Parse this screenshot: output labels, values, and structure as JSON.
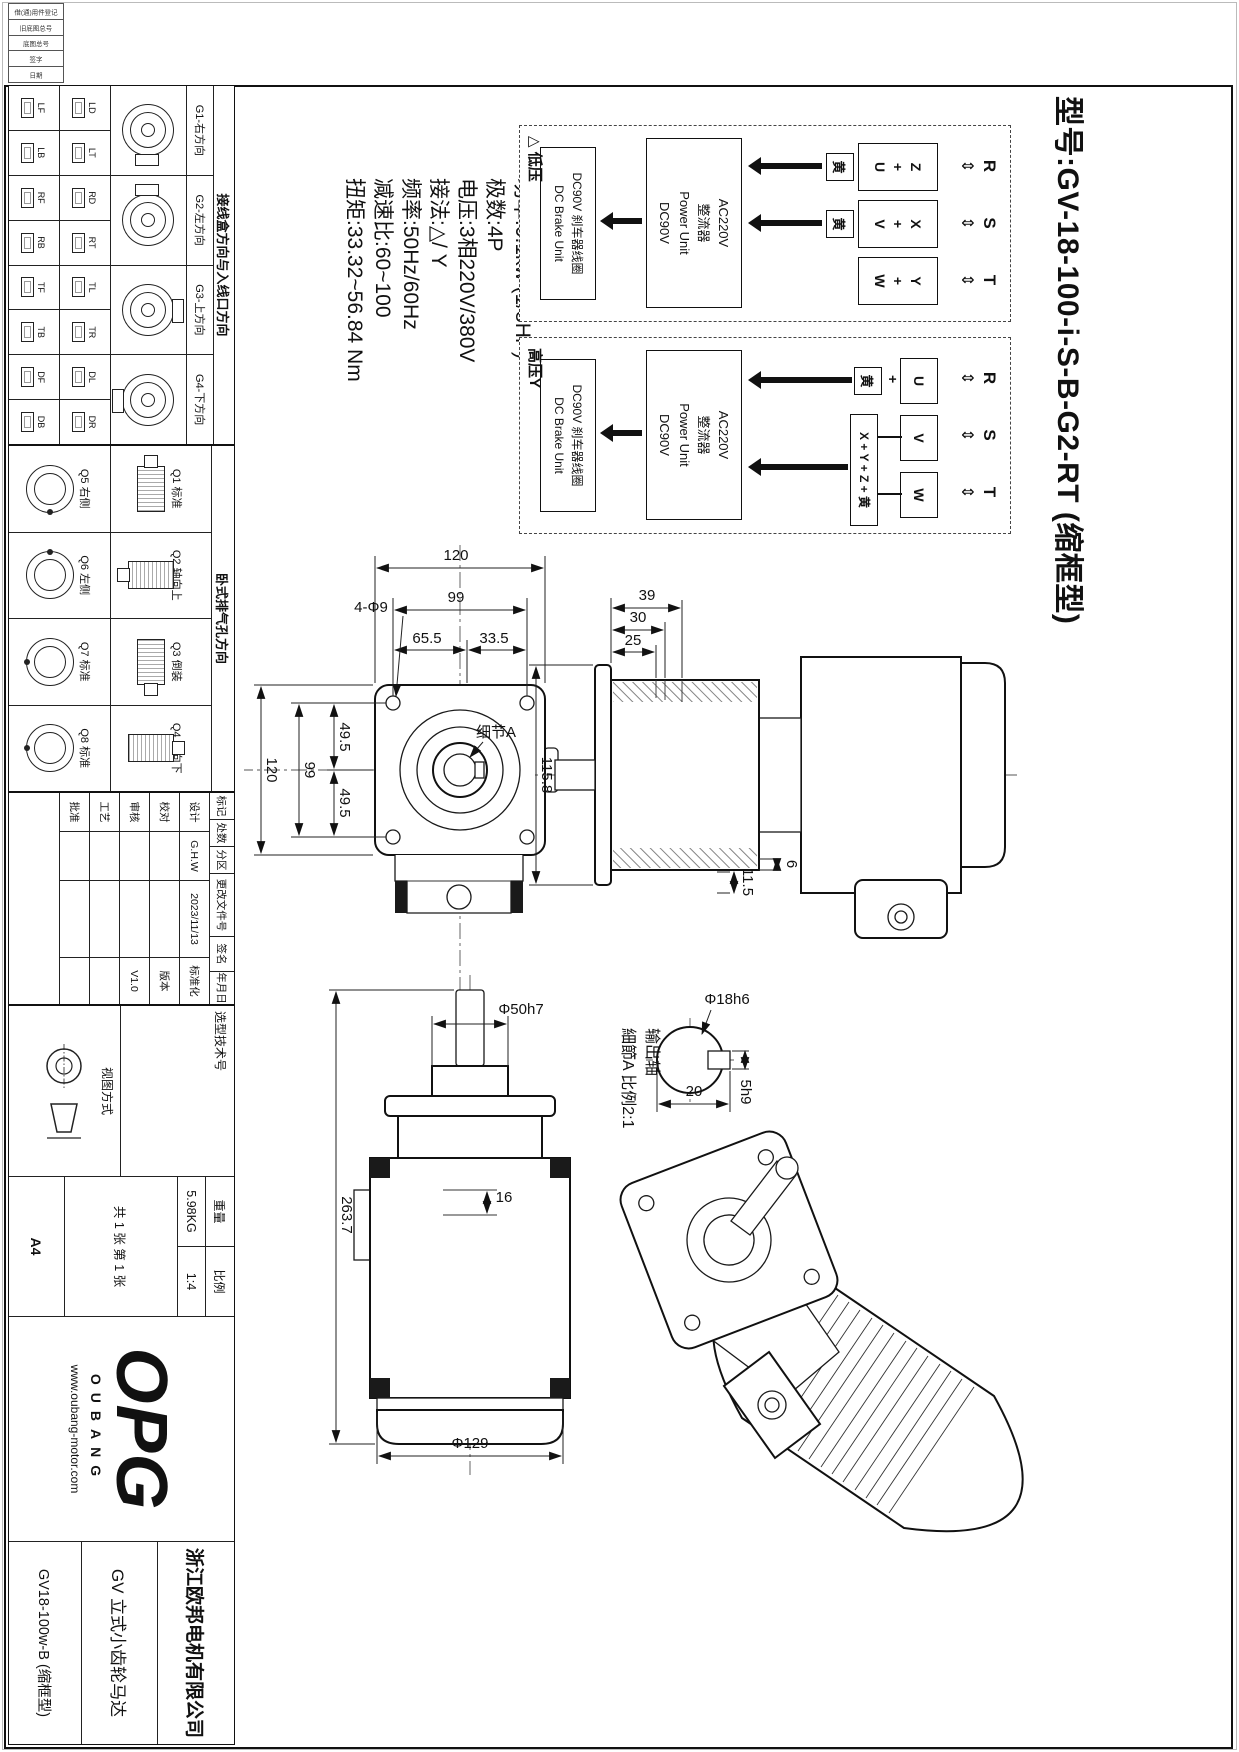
{
  "title": "型号:GV-18-100-i-S-B-G2-RT (缩框型)",
  "specs": [
    "功率:0.1kw (1/8HP)",
    "极数:4P",
    "电压:3相220V/380V",
    "接法:△/ Y",
    "频率:50Hz/60Hz",
    "减速比:60~100",
    "扭矩:33.32~56.84 Nm"
  ],
  "wiring": {
    "arrow": "⇕",
    "plus": "+",
    "yellow": "黄",
    "pu": "AC220V\n整流器\nPower Unit\nDC90V",
    "brake": "DC90V 刹车器线圈\nDC Brake Unit",
    "low": {
      "phases": [
        "R",
        "S",
        "T"
      ],
      "t": [
        "Z\n+\nU",
        "X\n+\nV",
        "Y\n+\nW"
      ],
      "label": "△ 低压"
    },
    "high": {
      "phases": [
        "R",
        "S",
        "T"
      ],
      "t": [
        "U",
        "V",
        "W"
      ],
      "star": "X + Y + Z + 黄",
      "label": "高压Y"
    }
  },
  "dims": {
    "d120L": "120",
    "d99L": "99",
    "d335": "33.5",
    "d655": "65.5",
    "d4f9": "4-Φ9",
    "d495a": "49.5",
    "d495b": "49.5",
    "d99B": "99",
    "d120B": "120",
    "detailA": "细节A",
    "d39": "39",
    "d30": "30",
    "d25": "25",
    "d1158": "115.8",
    "d6": "6",
    "d115": "11.5",
    "d50": "Φ50h7",
    "d16": "16",
    "d2637": "263.7",
    "d129": "Φ129",
    "d18": "Φ18h6",
    "d5h9": "5h9",
    "d20": "20",
    "out_shaft": "输出轴",
    "detail_title": "細節A 比例2:1"
  },
  "orient_table": {
    "header1": "接线盒方向与入线口方向",
    "g_items": [
      {
        "label": "G1-右方向",
        "subs": [
          "LD",
          "LT",
          "LF",
          "LB"
        ]
      },
      {
        "label": "G2-左方向",
        "subs": [
          "RD",
          "RT",
          "RF",
          "RB"
        ]
      },
      {
        "label": "G3-上方向",
        "subs": [
          "TL",
          "TR",
          "TF",
          "TB"
        ]
      },
      {
        "label": "G4-下方向",
        "subs": [
          "DL",
          "DR",
          "DF",
          "DB"
        ]
      }
    ],
    "header2": "卧式排气孔方向",
    "q_top": [
      {
        "label": "Q1 标准"
      },
      {
        "label": "Q2 轴向上"
      },
      {
        "label": "Q3 倒装"
      },
      {
        "label": "Q4 轴向下"
      }
    ],
    "q_bottom": [
      {
        "label": "Q5 右侧"
      },
      {
        "label": "Q6 左侧"
      },
      {
        "label": "Q7 标准"
      },
      {
        "label": "Q8 标准"
      }
    ]
  },
  "revision": {
    "headers": [
      "标记",
      "处数",
      "分区",
      "更改文件号",
      "签名",
      "年月日"
    ],
    "rows": [
      {
        "role": "设计",
        "name": "G.H.W",
        "date": "2023/11/13",
        "extra": "标准化"
      },
      {
        "role": "校对",
        "name": "",
        "date": "",
        "extra": "版本"
      },
      {
        "role": "审核",
        "name": "",
        "date": "",
        "extra": "V1.0"
      },
      {
        "role": "工艺",
        "name": "",
        "date": "",
        "extra": ""
      },
      {
        "role": "批准",
        "name": "",
        "date": "",
        "extra": ""
      }
    ]
  },
  "tb": {
    "selection_no_label": "选型技术号",
    "view_method_label": "视图方式",
    "weight_label": "重量",
    "weight": "5.98KG",
    "scale_label": "比例",
    "scale": "1:4",
    "sheets": "共 1 张 第 1 张",
    "paper": "A4",
    "logo_main": "OPG",
    "logo_sub": "OUBANG",
    "website": "www.oubang-motor.com",
    "company": "浙江欧邦电机有限公司",
    "product": "GV 立式小齿轮马达",
    "drawing_no": "GV18-100w-B (缩框型)"
  },
  "stamps": [
    "借(通)用件登记",
    "旧底图总号",
    "底图总号",
    "签字",
    "日期"
  ]
}
